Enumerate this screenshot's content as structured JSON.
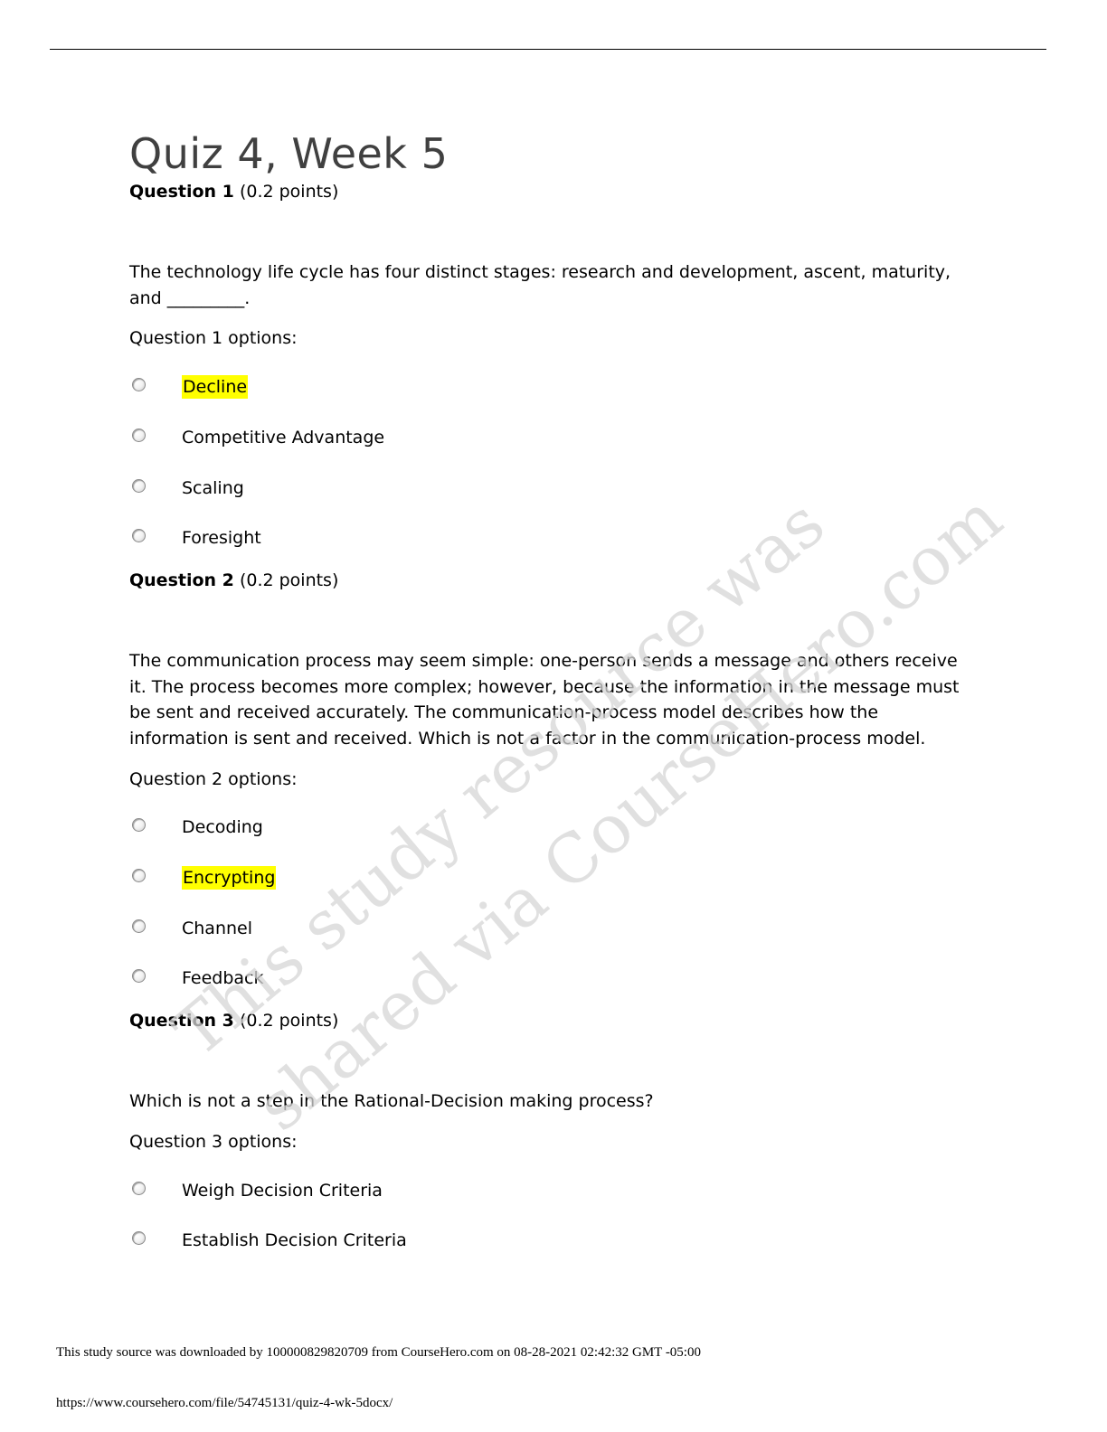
{
  "document": {
    "title": "Quiz 4, Week 5"
  },
  "questions": [
    {
      "label": "Question 1",
      "points": "(0.2 points)",
      "prompt": "The technology life cycle has four distinct stages:  research and development, ascent, maturity, and _________.",
      "options_label": "Question 1 options:",
      "options": [
        {
          "text": "Decline",
          "highlighted": true
        },
        {
          "text": "Competitive Advantage",
          "highlighted": false
        },
        {
          "text": "Scaling",
          "highlighted": false
        },
        {
          "text": "Foresight",
          "highlighted": false
        }
      ]
    },
    {
      "label": "Question 2",
      "points": "(0.2 points)",
      "prompt": "The communication process may seem simple: one-person sends a message and others receive it. The process becomes more complex; however, because the information in the message must be sent and received accurately. The communication-process model describes how the information is sent and received.  Which is not a factor in the communication-process model.",
      "options_label": "Question 2 options:",
      "options": [
        {
          "text": "Decoding",
          "highlighted": false
        },
        {
          "text": "Encrypting",
          "highlighted": true
        },
        {
          "text": "Channel",
          "highlighted": false
        },
        {
          "text": "Feedback",
          "highlighted": false
        }
      ]
    },
    {
      "label": "Question 3",
      "points": "(0.2 points)",
      "prompt": "Which is not a step in the Rational-Decision making process?",
      "options_label": "Question 3 options:",
      "options": [
        {
          "text": "Weigh Decision Criteria",
          "highlighted": false
        },
        {
          "text": "Establish Decision Criteria",
          "highlighted": false
        }
      ]
    }
  ],
  "watermark": {
    "line1": "This study resource was",
    "line2": "shared via CourseHero.com"
  },
  "footer": {
    "source_line": "This study source was downloaded by 100000829820709 from CourseHero.com on 08-28-2021 02:42:32 GMT -05:00",
    "url": "https://www.coursehero.com/file/54745131/quiz-4-wk-5docx/"
  },
  "colors": {
    "highlight": "#ffff00",
    "title": "#404040",
    "watermark": "#d6d6d6"
  }
}
